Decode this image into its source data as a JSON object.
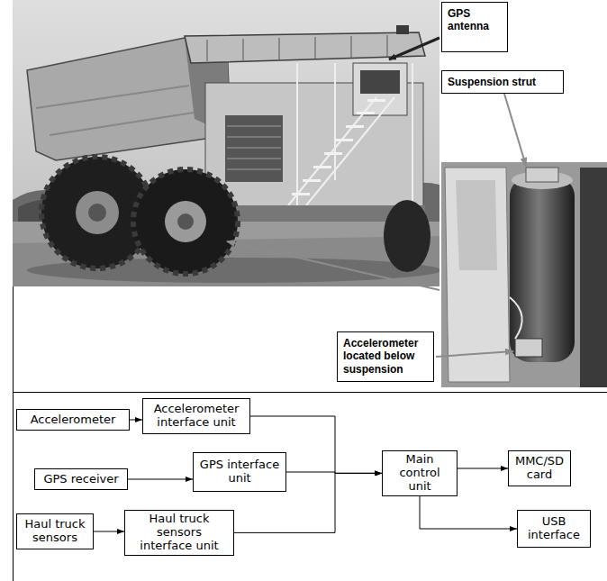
{
  "diagram": {
    "nodes": [
      {
        "text": [
          "GPS antenna"
        ]
      },
      {
        "text": [
          "Suspension strut"
        ]
      },
      {
        "text": [
          "Accelerometer located below suspension"
        ]
      },
      {
        "text": [
          "Accelerometer"
        ]
      },
      {
        "text": [
          "Accelerometer interface unit"
        ]
      },
      {
        "text": [
          "GPS receiver"
        ]
      },
      {
        "text": [
          "GPS interface unit"
        ]
      },
      {
        "text": [
          "Haul truck sensors"
        ]
      },
      {
        "text": [
          "Haul truck sensors interface unit"
        ]
      },
      {
        "text": [
          "Main control unit"
        ]
      },
      {
        "text": [
          "MMC/SD card"
        ]
      },
      {
        "text": [
          "USB interface"
        ]
      }
    ],
    "edges": [
      {
        "from": 3,
        "to": 4,
        "arrow": "to"
      },
      {
        "from": 5,
        "to": 6,
        "arrow": "to"
      },
      {
        "from": 7,
        "to": 8,
        "arrow": "to"
      },
      {
        "from": 4,
        "to": 9,
        "arrow": "to"
      },
      {
        "from": 6,
        "to": 9,
        "arrow": "to"
      },
      {
        "from": 8,
        "to": 9,
        "arrow": "to"
      },
      {
        "from": 9,
        "to": 10,
        "arrow": "to"
      },
      {
        "from": 9,
        "to": 11,
        "arrow": "to"
      }
    ]
  }
}
